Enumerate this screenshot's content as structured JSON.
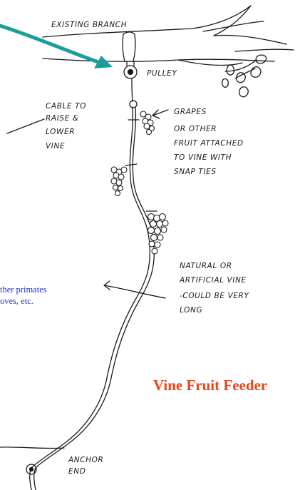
{
  "labels": {
    "branch": "EXISTING BRANCH",
    "pulley": "PULLEY",
    "cable": [
      "CABLE TO",
      "RAISE &",
      "LOWER",
      "VINE"
    ],
    "grapes": [
      "GRAPES",
      "OR OTHER",
      "FRUIT ATTACHED",
      "TO VINE WITH",
      "SNAP TIES"
    ],
    "vine": [
      "NATURAL OR",
      "ARTIFICIAL VINE",
      "-COULD BE VERY",
      "LONG"
    ],
    "anchor": [
      "ANCHOR",
      "END"
    ]
  },
  "caption": {
    "line1": "ther primates",
    "line2": "oves, etc."
  },
  "title": "Vine Fruit Feeder",
  "colors": {
    "arrow": "#1a9e9a",
    "caption": "#2233cc",
    "title": "#e8461a"
  }
}
